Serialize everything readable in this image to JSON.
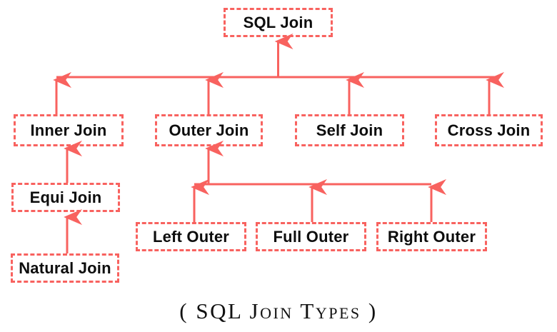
{
  "diagram": {
    "title_caption": "( SQL Join Types )",
    "accent_color": "#f8625f",
    "text_color": "#0d0d0d",
    "background_color": "#ffffff",
    "nodes": {
      "root": {
        "label": "SQL Join"
      },
      "inner": {
        "label": "Inner Join"
      },
      "outer": {
        "label": "Outer Join"
      },
      "self": {
        "label": "Self Join"
      },
      "cross": {
        "label": "Cross Join"
      },
      "equi": {
        "label": "Equi Join"
      },
      "natural": {
        "label": "Natural Join"
      },
      "left_outer": {
        "label": "Left Outer"
      },
      "full_outer": {
        "label": "Full Outer"
      },
      "right_outer": {
        "label": "Right Outer"
      }
    }
  }
}
